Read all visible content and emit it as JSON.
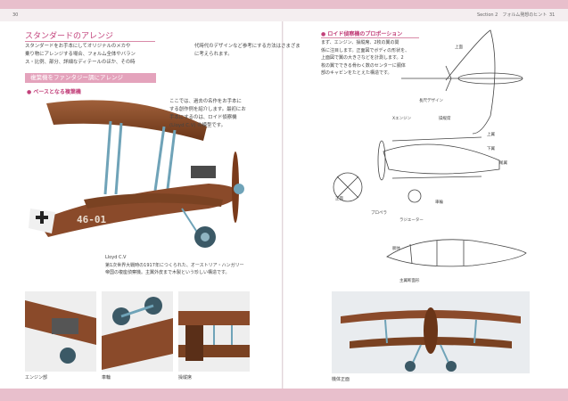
{
  "header": {
    "page_left": "30",
    "section": "Section 2　フォルム発想のヒント",
    "page_right": "31"
  },
  "left": {
    "title": "スタンダードのアレンジ",
    "intro": [
      "スタンダードをお手本にしてオリジナルのメカや",
      "乗り物にアレンジする場合、フォルム全体やバラン",
      "ス・比例、部分、詳細なディテールのほか、その時"
    ],
    "band": "複葉機をファンタジー調にアレンジ",
    "sub": "● ベースとなる複葉機",
    "photo_text": [
      "ここでは、過去の名作をお手本に",
      "する創作例を紹介します。最初にお",
      "手本にするのは、ロイド偵察機",
      "(Lloyd C.V) の模型です。"
    ],
    "caption_title": "Lloyd C.V",
    "caption": [
      "第1次世界大戦時の1917年につくられた、オーストリア・ハンガリー",
      "帝国の複座偵察機。主翼外皮まで木製という珍しい構造です。"
    ],
    "thumb_captions": [
      "エンジン部",
      "車輪",
      "操縦席"
    ],
    "tail_code": "46-01"
  },
  "right": {
    "col_text": "代時代のデザインなど参考にする方法はさまざまに考えられます。",
    "sub": "● ロイド偵察機のプロポーション",
    "body": [
      "まず、エンジン、操縦席、2枚の翼の関",
      "係に注目します。正面図でボディの形状を、",
      "上面図で翼の大きさなどを計測します。2",
      "枚の翼でできる骨わく数のセンターに胴体",
      "部のキャビンをたとえた構造です。"
    ],
    "sketch_labels": {
      "top_view": "上面",
      "wing_design": "長尺デザイン",
      "engine": "Xエンジン",
      "cockpit": "操縦席",
      "upper": "上翼",
      "lower": "下翼",
      "propeller": "プロペラ",
      "wheel": "車輪",
      "radiator": "ラジエーター",
      "tail": "尾翼",
      "front_view": "正面",
      "fuselage": "胴体",
      "section": "主翼断面形"
    },
    "photo_caption": "機体正面"
  },
  "colors": {
    "accent": "#c2407a",
    "band": "#e8bfcc",
    "wood": "#8a4a2a",
    "strut": "#6fa3b8"
  }
}
